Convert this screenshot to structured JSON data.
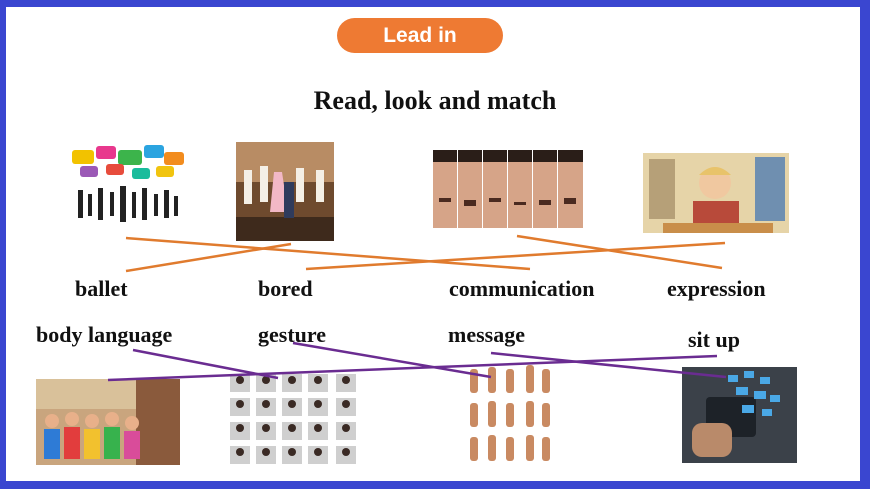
{
  "header": {
    "badge": "Lead in"
  },
  "title": "Read, look and match",
  "top_words": [
    "ballet",
    "bored",
    "communication",
    "expression"
  ],
  "bottom_words": [
    "body language",
    "gesture",
    "message",
    "sit up"
  ],
  "colors": {
    "frame": "#3a46d0",
    "badge": "#ee7a33",
    "top_lines": "#e07b2e",
    "bottom_lines": "#6a2c91"
  }
}
